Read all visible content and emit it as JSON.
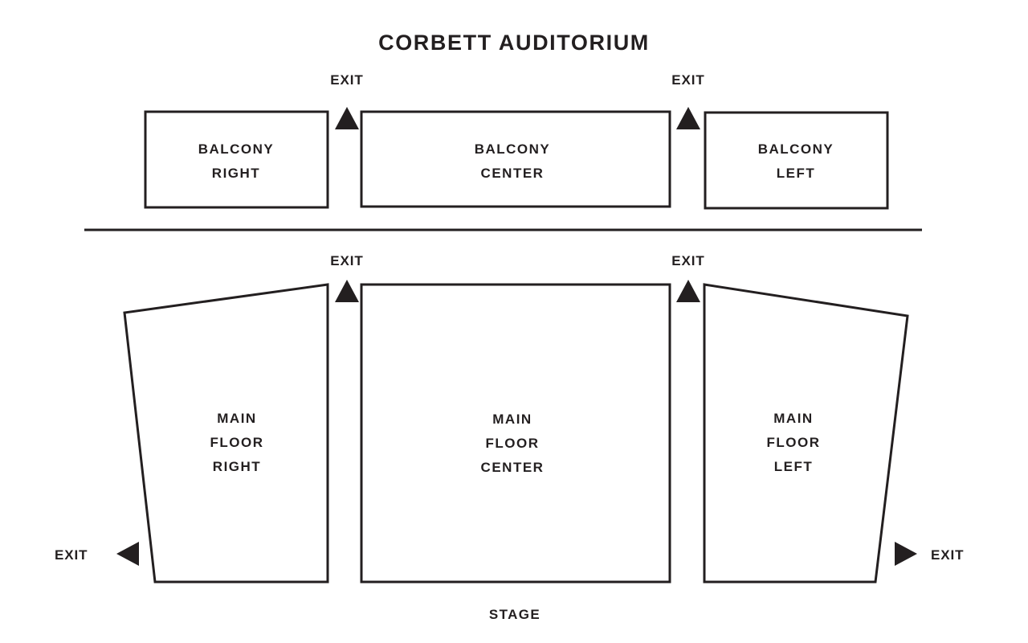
{
  "title": "CORBETT AUDITORIUM",
  "stage_label": "STAGE",
  "exit_label": "EXIT",
  "colors": {
    "ink": "#231f20",
    "background": "#ffffff"
  },
  "levels": {
    "balcony": {
      "sections": [
        {
          "line1": "BALCONY",
          "line2": "RIGHT"
        },
        {
          "line1": "BALCONY",
          "line2": "CENTER"
        },
        {
          "line1": "BALCONY",
          "line2": "LEFT"
        }
      ]
    },
    "main_floor": {
      "sections": [
        {
          "line1": "MAIN",
          "line2": "FLOOR",
          "line3": "RIGHT"
        },
        {
          "line1": "MAIN",
          "line2": "FLOOR",
          "line3": "CENTER"
        },
        {
          "line1": "MAIN",
          "line2": "FLOOR",
          "line3": "LEFT"
        }
      ]
    }
  },
  "exits": [
    {
      "id": "balcony-right-exit",
      "label": "EXIT",
      "direction": "up"
    },
    {
      "id": "balcony-left-exit",
      "label": "EXIT",
      "direction": "up"
    },
    {
      "id": "main-floor-right-exit",
      "label": "EXIT",
      "direction": "up"
    },
    {
      "id": "main-floor-left-exit",
      "label": "EXIT",
      "direction": "up"
    },
    {
      "id": "main-floor-far-right-exit",
      "label": "EXIT",
      "direction": "left"
    },
    {
      "id": "main-floor-far-left-exit",
      "label": "EXIT",
      "direction": "right"
    }
  ]
}
